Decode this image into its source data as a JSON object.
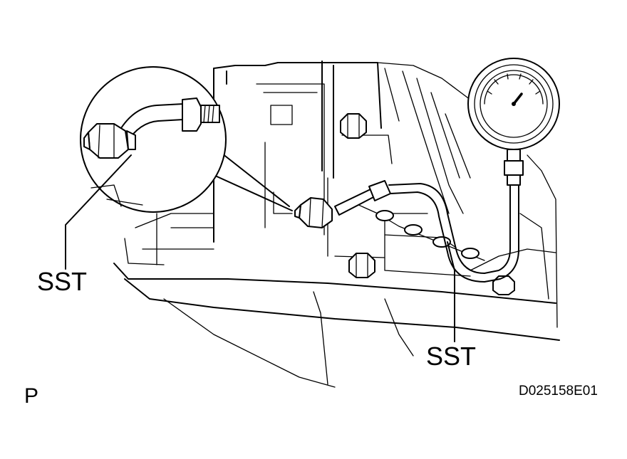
{
  "labels": {
    "sst_left": "SST",
    "sst_right": "SST",
    "view_marker": "P",
    "figure_code": "D025158E01"
  },
  "colors": {
    "line": "#000000",
    "background": "#ffffff"
  }
}
